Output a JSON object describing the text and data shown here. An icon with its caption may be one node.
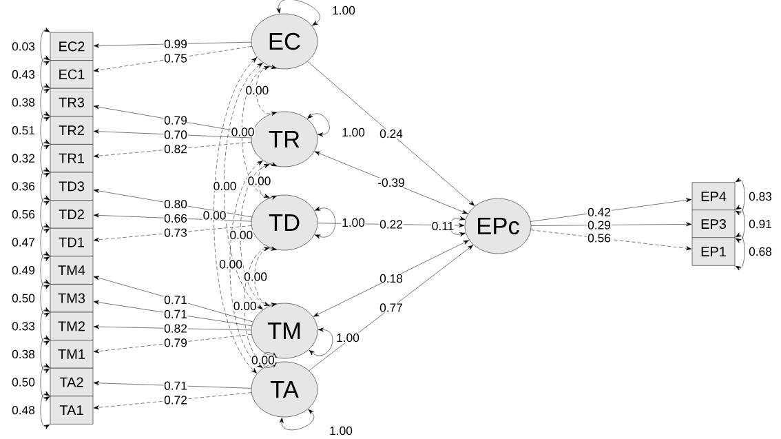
{
  "diagram": {
    "nodes": [
      {
        "text": [
          "EC2"
        ]
      },
      {
        "text": [
          "EC1"
        ]
      },
      {
        "text": [
          "TR3"
        ]
      },
      {
        "text": [
          "TR2"
        ]
      },
      {
        "text": [
          "TR1"
        ]
      },
      {
        "text": [
          "TD3"
        ]
      },
      {
        "text": [
          "TD2"
        ]
      },
      {
        "text": [
          "TD1"
        ]
      },
      {
        "text": [
          "TM4"
        ]
      },
      {
        "text": [
          "TM3"
        ]
      },
      {
        "text": [
          "TM2"
        ]
      },
      {
        "text": [
          "TM1"
        ]
      },
      {
        "text": [
          "TA2"
        ]
      },
      {
        "text": [
          "TA1"
        ]
      },
      {
        "text": [
          "EC"
        ]
      },
      {
        "text": [
          "TR"
        ]
      },
      {
        "text": [
          "TD"
        ]
      },
      {
        "text": [
          "TM"
        ]
      },
      {
        "text": [
          "TA"
        ]
      },
      {
        "text": [
          "EPc"
        ]
      },
      {
        "text": [
          "EP4"
        ]
      },
      {
        "text": [
          "EP3"
        ]
      },
      {
        "text": [
          "EP1"
        ]
      }
    ],
    "edges": [
      {
        "from": 14,
        "to": 0,
        "arrow": "to",
        "label": "0.99"
      },
      {
        "from": 14,
        "to": 1,
        "arrow": "to",
        "label": "0.75",
        "style": "dashed"
      },
      {
        "from": 15,
        "to": 2,
        "arrow": "to",
        "label": "0.79"
      },
      {
        "from": 15,
        "to": 3,
        "arrow": "to",
        "label": "0.70"
      },
      {
        "from": 15,
        "to": 4,
        "arrow": "to",
        "label": "0.82",
        "style": "dashed"
      },
      {
        "from": 16,
        "to": 5,
        "arrow": "to",
        "label": "0.80"
      },
      {
        "from": 16,
        "to": 6,
        "arrow": "to",
        "label": "0.66"
      },
      {
        "from": 16,
        "to": 7,
        "arrow": "to",
        "label": "0.73",
        "style": "dashed"
      },
      {
        "from": 17,
        "to": 8,
        "arrow": "to",
        "label": "0.71"
      },
      {
        "from": 17,
        "to": 9,
        "arrow": "to",
        "label": "0.71"
      },
      {
        "from": 17,
        "to": 10,
        "arrow": "to",
        "label": "0.82"
      },
      {
        "from": 17,
        "to": 11,
        "arrow": "to",
        "label": "0.79",
        "style": "dashed"
      },
      {
        "from": 18,
        "to": 12,
        "arrow": "to",
        "label": "0.71"
      },
      {
        "from": 18,
        "to": 13,
        "arrow": "to",
        "label": "0.72",
        "style": "dashed"
      },
      {
        "from": 19,
        "to": 20,
        "arrow": "to",
        "label": "0.42"
      },
      {
        "from": 19,
        "to": 21,
        "arrow": "to",
        "label": "0.29"
      },
      {
        "from": 19,
        "to": 22,
        "arrow": "to",
        "label": "0.56",
        "style": "dashed"
      },
      {
        "from": 14,
        "to": 19,
        "arrow": "to",
        "label": "0.24"
      },
      {
        "from": 15,
        "to": 19,
        "arrow": "both",
        "label": "-0.39"
      },
      {
        "from": 16,
        "to": 19,
        "arrow": "to",
        "label": "0.22"
      },
      {
        "from": 17,
        "to": 19,
        "arrow": "both",
        "label": "0.18"
      },
      {
        "from": 18,
        "to": 19,
        "arrow": "to",
        "label": "0.77"
      },
      {
        "from": 14,
        "to": 15,
        "arrow": "both",
        "label": "0.00",
        "style": "dashed"
      },
      {
        "from": 14,
        "to": 16,
        "arrow": "both",
        "label": "0.00",
        "style": "dashed"
      },
      {
        "from": 14,
        "to": 17,
        "arrow": "both",
        "label": "0.00",
        "style": "dashed"
      },
      {
        "from": 14,
        "to": 18,
        "arrow": "both",
        "label": "0.00",
        "style": "dashed"
      },
      {
        "from": 15,
        "to": 16,
        "arrow": "both",
        "label": "0.00",
        "style": "dashed"
      },
      {
        "from": 15,
        "to": 17,
        "arrow": "both",
        "label": "0.00",
        "style": "dashed"
      },
      {
        "from": 15,
        "to": 18,
        "arrow": "both",
        "label": "0.00",
        "style": "dashed"
      },
      {
        "from": 16,
        "to": 17,
        "arrow": "both",
        "label": "0.00",
        "style": "dashed"
      },
      {
        "from": 16,
        "to": 18,
        "arrow": "both",
        "label": "0.00",
        "style": "dashed"
      },
      {
        "from": 17,
        "to": 18,
        "arrow": "both",
        "label": "0.00"
      },
      {
        "from": 0,
        "to": 0,
        "arrow": "both",
        "label": "0.03"
      },
      {
        "from": 1,
        "to": 1,
        "arrow": "both",
        "label": "0.43"
      },
      {
        "from": 2,
        "to": 2,
        "arrow": "both",
        "label": "0.38"
      },
      {
        "from": 3,
        "to": 3,
        "arrow": "both",
        "label": "0.51"
      },
      {
        "from": 4,
        "to": 4,
        "arrow": "both",
        "label": "0.32"
      },
      {
        "from": 5,
        "to": 5,
        "arrow": "both",
        "label": "0.36"
      },
      {
        "from": 6,
        "to": 6,
        "arrow": "both",
        "label": "0.56"
      },
      {
        "from": 7,
        "to": 7,
        "arrow": "both",
        "label": "0.47"
      },
      {
        "from": 8,
        "to": 8,
        "arrow": "both",
        "label": "0.49"
      },
      {
        "from": 9,
        "to": 9,
        "arrow": "both",
        "label": "0.50"
      },
      {
        "from": 10,
        "to": 10,
        "arrow": "both",
        "label": "0.33"
      },
      {
        "from": 11,
        "to": 11,
        "arrow": "both",
        "label": "0.38"
      },
      {
        "from": 12,
        "to": 12,
        "arrow": "both",
        "label": "0.50"
      },
      {
        "from": 13,
        "to": 13,
        "arrow": "both",
        "label": "0.48"
      },
      {
        "from": 14,
        "to": 14,
        "arrow": "both",
        "label": "1.00"
      },
      {
        "from": 15,
        "to": 15,
        "arrow": "both",
        "label": "1.00"
      },
      {
        "from": 16,
        "to": 16,
        "arrow": "both",
        "label": "1.00"
      },
      {
        "from": 17,
        "to": 17,
        "arrow": "both",
        "label": "1.00"
      },
      {
        "from": 18,
        "to": 18,
        "arrow": "both",
        "label": "1.00"
      },
      {
        "from": 19,
        "to": 19,
        "arrow": "both",
        "label": "0.11"
      },
      {
        "from": 20,
        "to": 20,
        "arrow": "both",
        "label": "0.83"
      },
      {
        "from": 21,
        "to": 21,
        "arrow": "both",
        "label": "0.91"
      },
      {
        "from": 22,
        "to": 22,
        "arrow": "both",
        "label": "0.68"
      }
    ]
  }
}
